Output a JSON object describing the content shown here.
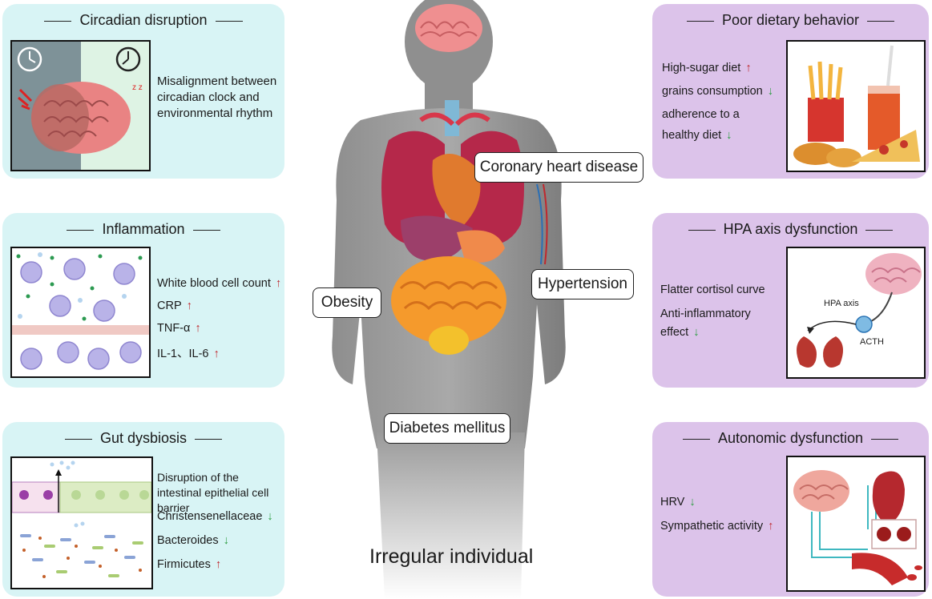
{
  "center": {
    "caption": "Irregular individual",
    "labels": {
      "coronary": "Coronary heart disease",
      "hypertension": "Hypertension",
      "obesity": "Obesity",
      "diabetes": "Diabetes mellitus"
    }
  },
  "circadian": {
    "title": "Circadian disruption",
    "text": "Misalignment between circadian clock and environmental rhythm"
  },
  "inflammation": {
    "title": "Inflammation",
    "items": [
      "White blood cell count",
      "CRP",
      "TNF-α",
      "IL-1、IL-6"
    ]
  },
  "gut": {
    "title": "Gut dysbiosis",
    "items": [
      "Disruption of the intestinal epithelial cell barrier",
      "Christensenellaceae",
      "Bacteroides",
      "Firmicutes"
    ]
  },
  "diet": {
    "title": "Poor dietary behavior",
    "items": [
      "High-sugar diet",
      "grains consumption",
      "adherence to  a",
      "healthy diet"
    ]
  },
  "hpa": {
    "title": "HPA axis dysfunction",
    "items": [
      "Flatter cortisol curve",
      "Anti-inflammatory",
      "effect"
    ],
    "illus_labels": {
      "axis": "HPA axis",
      "acth": "ACTH"
    }
  },
  "autonomic": {
    "title": "Autonomic dysfunction",
    "items": [
      "HRV",
      "Sympathetic activity"
    ]
  },
  "arrows": {
    "up": "↑",
    "down": "↓"
  },
  "colors": {
    "cyan_panel": "#d8f4f5",
    "purple_panel": "#dcc3ea",
    "up": "#c0272d",
    "down": "#2f9e44"
  }
}
